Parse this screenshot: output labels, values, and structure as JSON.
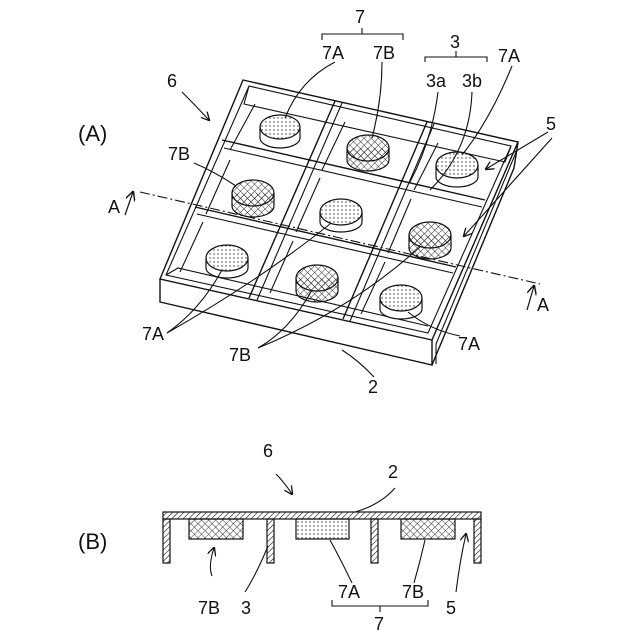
{
  "figure_a": {
    "panel_label": "(A)",
    "labels": {
      "group_7": "7",
      "top_7A": "7A",
      "top_7B": "7B",
      "group_3": "3",
      "label_3a": "3a",
      "label_3b": "3b",
      "right_7A": "7A",
      "ref_6": "6",
      "ref_5": "5",
      "left_7B": "7B",
      "section_A_left": "A",
      "section_A_right": "A",
      "bottom_left_7A": "7A",
      "bottom_7B": "7B",
      "bottom_right_7A": "7A",
      "ref_2": "2"
    }
  },
  "figure_b": {
    "panel_label": "(B)",
    "labels": {
      "ref_6": "6",
      "ref_2": "2",
      "ref_7B_left": "7B",
      "ref_3": "3",
      "ref_7A": "7A",
      "ref_7B_right": "7B",
      "ref_5": "5",
      "group_7": "7"
    }
  },
  "colors": {
    "line": "#111111",
    "background": "#ffffff"
  },
  "fills": {
    "7A": "dotted pattern",
    "7B": "cross-hatch pattern"
  }
}
